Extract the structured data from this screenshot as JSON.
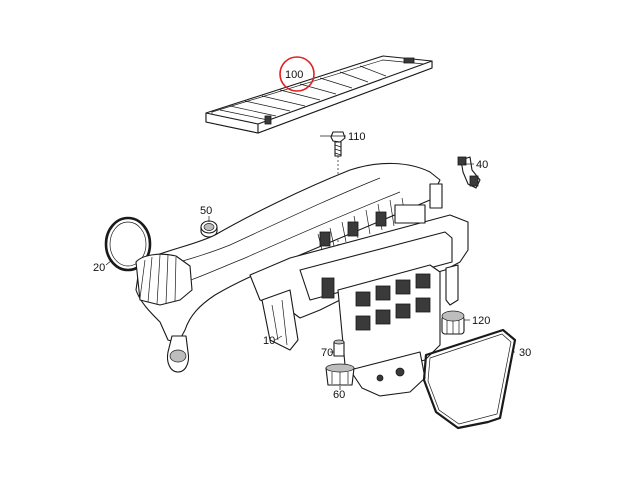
{
  "accent_color": "#e02020",
  "highlighted_part": "100",
  "callouts": [
    {
      "id": "callout-100",
      "text": "100"
    },
    {
      "id": "callout-110",
      "text": "110"
    },
    {
      "id": "callout-40",
      "text": "40"
    },
    {
      "id": "callout-50",
      "text": "50"
    },
    {
      "id": "callout-20",
      "text": "20"
    },
    {
      "id": "callout-120",
      "text": "120"
    },
    {
      "id": "callout-10",
      "text": "10"
    },
    {
      "id": "callout-70",
      "text": "70"
    },
    {
      "id": "callout-30",
      "text": "30"
    },
    {
      "id": "callout-60",
      "text": "60"
    }
  ]
}
